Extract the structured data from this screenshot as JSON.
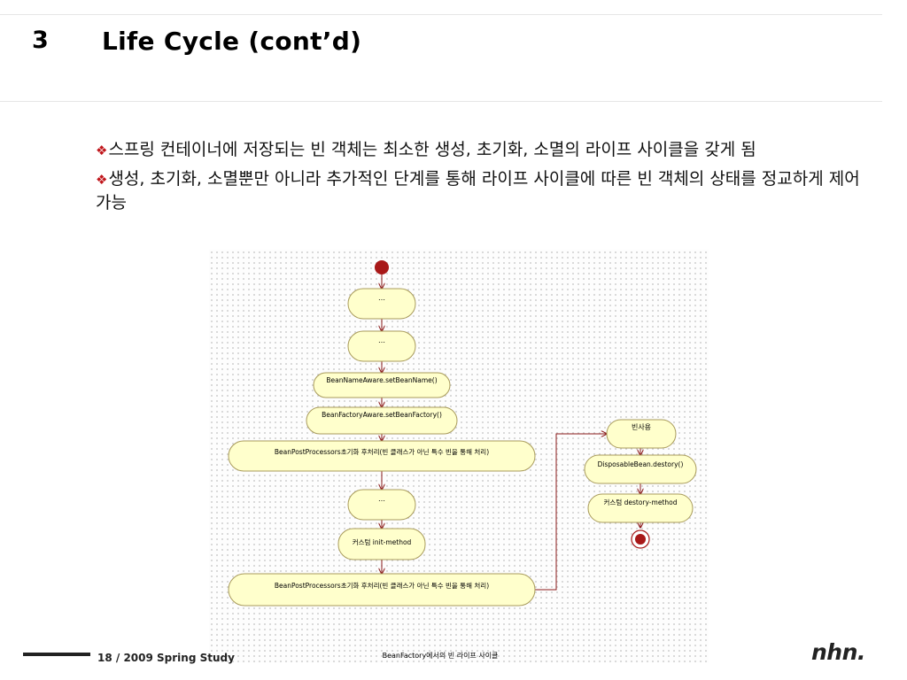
{
  "slide": {
    "number": "3",
    "title": "Life Cycle (cont’d)"
  },
  "bullets": [
    {
      "marker": "❖",
      "text": "스프링 컨테이너에 저장되는 빈 객체는 최소한 생성, 초기화, 소멸의 라이프 사이클을 갖게 됨"
    },
    {
      "marker": "❖",
      "text": "생성, 초기화, 소멸뿐만 아니라 추가적인 단계를 통해 라이프 사이클에 따른 빈 객체의 상태를 정교하게 제어 가능"
    }
  ],
  "diagram": {
    "caption": "BeanFactory에서의 빈 라이프 사이클",
    "nodes": {
      "n1": "…",
      "n2": "…",
      "n3": "BeanNameAware.setBeanName()",
      "n4": "BeanFactoryAware.setBeanFactory()",
      "n5": "BeanPostProcessors초기화 후처리(빈 클래스가 아닌 특수 빈을 통해 처리)",
      "n6": "…",
      "n7": "커스텀 init-method",
      "n8": "BeanPostProcessors초기화 후처리(빈 클래스가 아닌 특수 빈을 통해 처리)",
      "n9": "빈사용",
      "n10": "DisposableBean.destory()",
      "n11": "커스텀 destory-method"
    },
    "colors": {
      "node_fill": "#ffffcc",
      "node_stroke": "#a89a5a",
      "arrow": "#8b1a1a",
      "start": "#a81818"
    }
  },
  "footer": {
    "text": "18 / 2009 Spring Study",
    "logo": "nhn."
  }
}
